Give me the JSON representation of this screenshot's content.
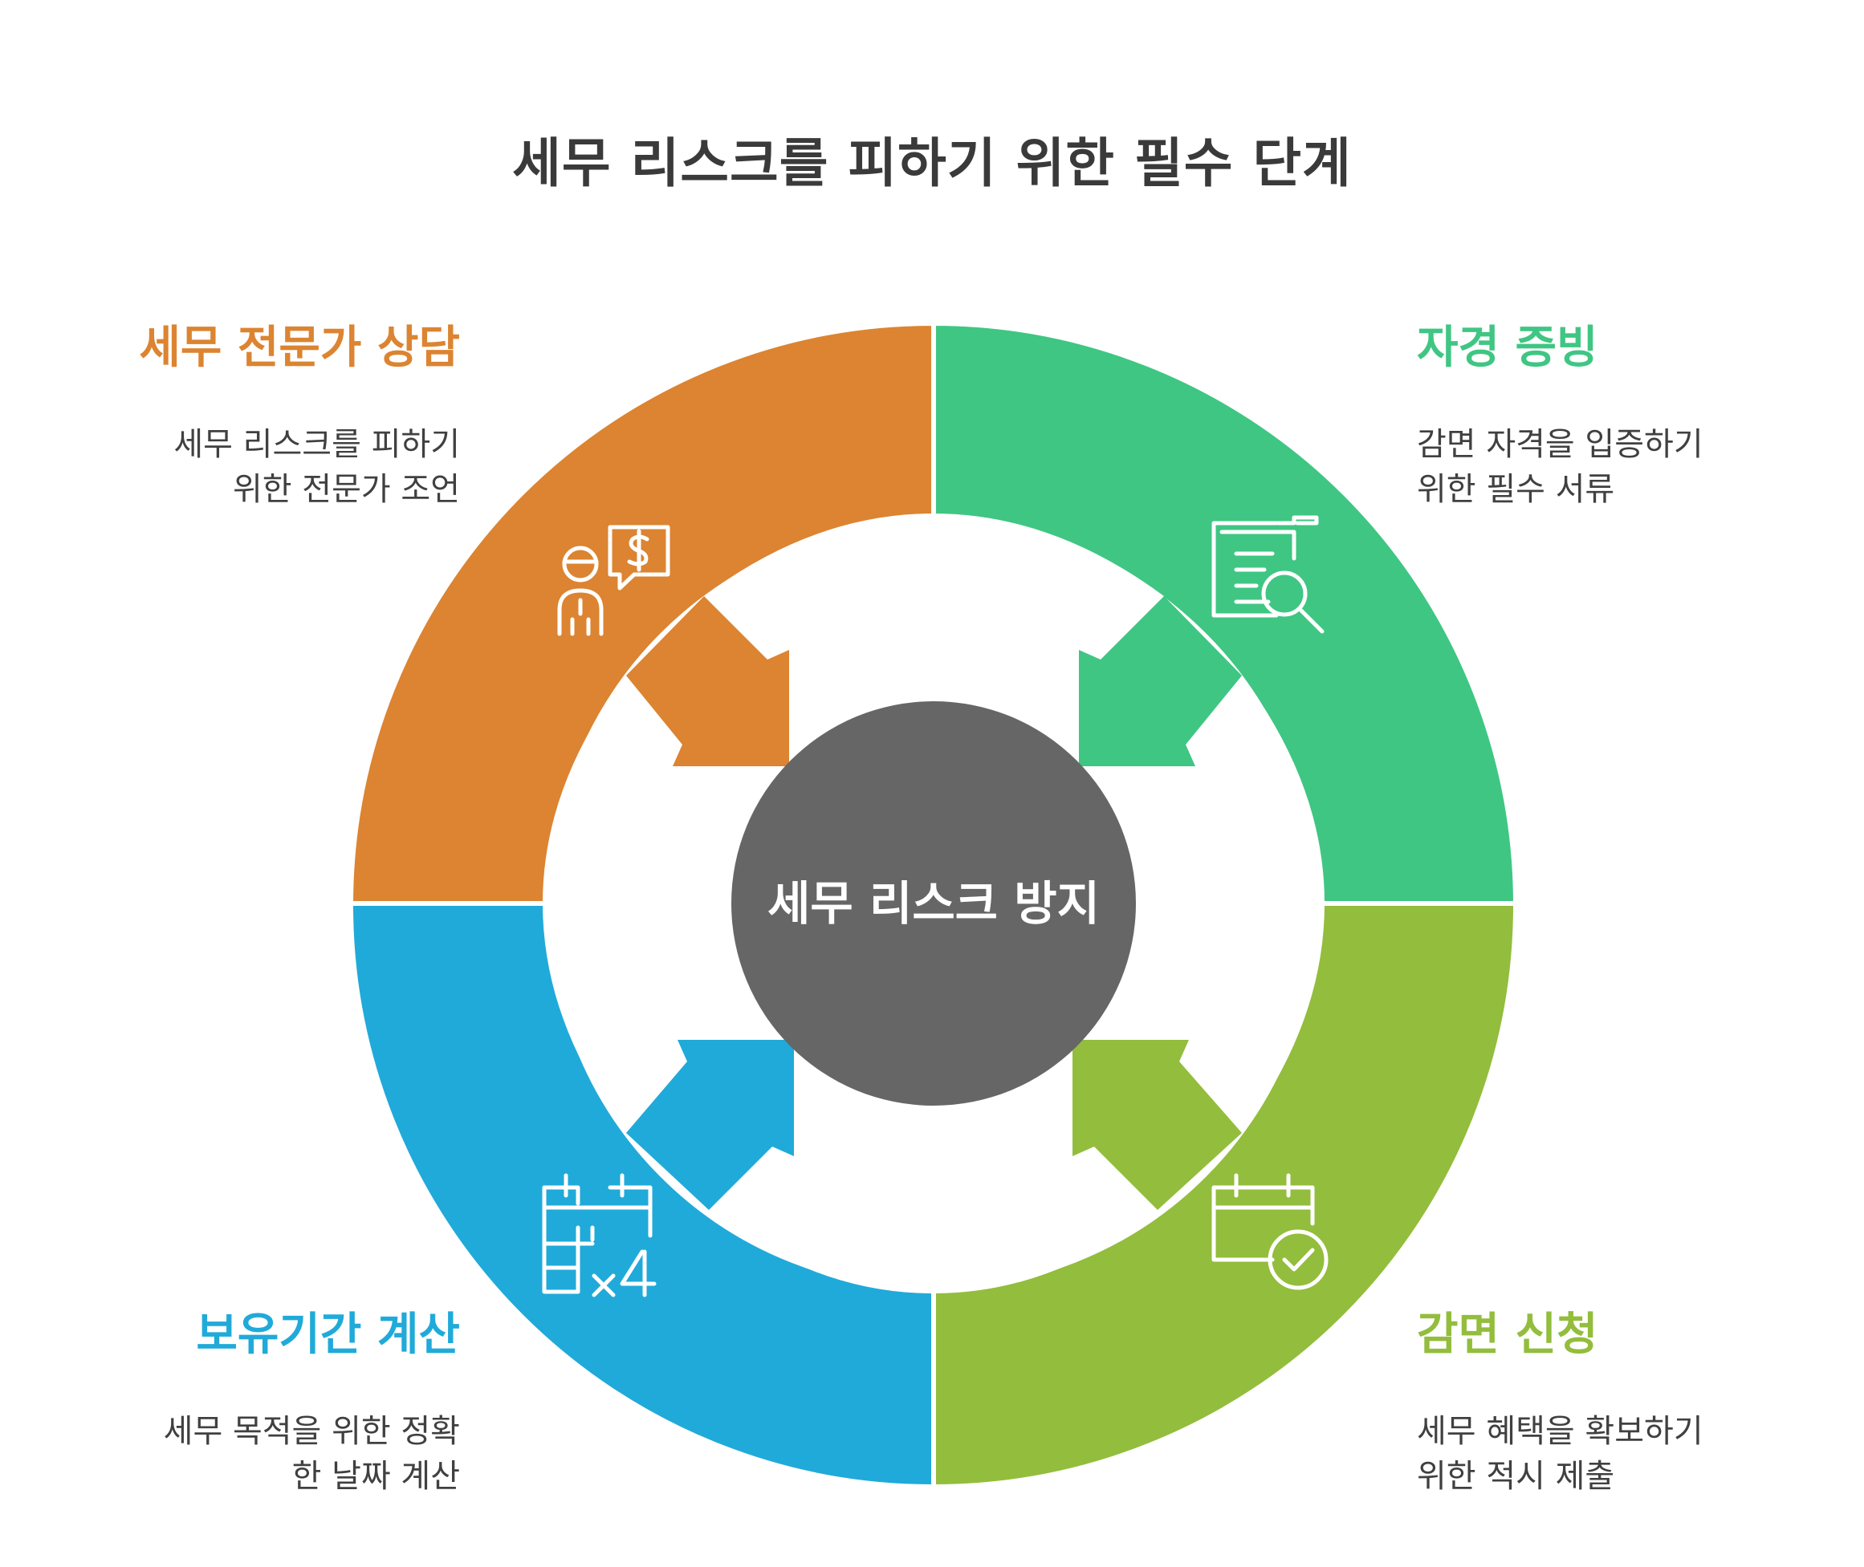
{
  "title": "세무 리스크를 피하기 위한 필수 단계",
  "center": {
    "label": "세무 리스크 방지",
    "color": "#666666"
  },
  "steps": [
    {
      "title": "세무 전문가 상담",
      "description": "세무 리스크를 피하기\n위한 전문가 조언",
      "color": "#DC8431",
      "icon": "consultant-dollar-icon",
      "position": "top-left"
    },
    {
      "title": "자경 증빙",
      "description": "감면 자격을 입증하기\n위한 필수 서류",
      "color": "#3FC683",
      "icon": "document-search-icon",
      "position": "top-right"
    },
    {
      "title": "감면 신청",
      "description": "세무 혜택을 확보하기\n위한 적시 제출",
      "color": "#93BD3C",
      "icon": "calendar-check-icon",
      "position": "bottom-right"
    },
    {
      "title": "보유기간 계산",
      "description": "세무 목적을 위한 정확\n한 날짜 계산",
      "color": "#20AAD9",
      "icon": "calendar-multiply-icon",
      "position": "bottom-left"
    }
  ]
}
